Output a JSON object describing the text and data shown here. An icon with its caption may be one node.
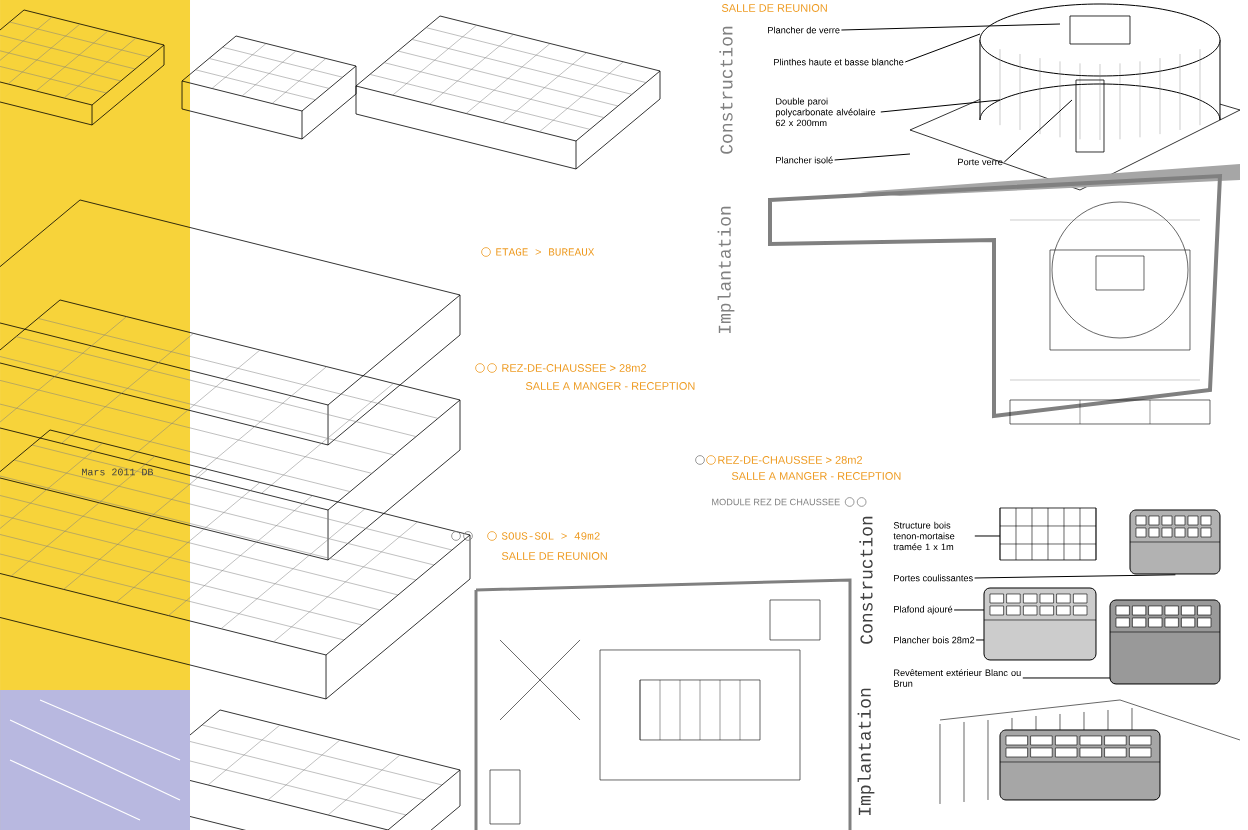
{
  "diagram": {
    "nodes": [
      {
        "text": [
          "Plancher de verre"
        ]
      },
      {
        "text": [
          "Plinthes haute et basse blanche"
        ]
      },
      {
        "text": [
          "Double paroi polycarbonate alvéolaire 62 x 200mm"
        ]
      },
      {
        "text": [
          "Plancher isolé"
        ]
      },
      {
        "text": [
          "Porte verre"
        ]
      },
      {
        "text": [
          "Structure bois tenon-mortaise tramée 1 x 1m"
        ]
      },
      {
        "text": [
          "Portes coulissantes"
        ]
      },
      {
        "text": [
          "Plafond ajouré"
        ]
      },
      {
        "text": [
          "Plancher bois 28m2"
        ]
      },
      {
        "text": [
          "Revêtement extérieur Blanc ou Brun"
        ]
      },
      {
        "text": [],
        "shape": "picture"
      },
      {
        "text": [],
        "shape": "picture"
      },
      {
        "text": [],
        "shape": "picture"
      },
      {
        "text": [],
        "shape": "picture"
      }
    ],
    "edges": [
      {
        "from": 0,
        "to": null,
        "arrow": "none"
      },
      {
        "from": 1,
        "to": null,
        "arrow": "none"
      },
      {
        "from": 2,
        "to": null,
        "arrow": "none"
      },
      {
        "from": 3,
        "to": null,
        "arrow": "none"
      },
      {
        "from": 4,
        "to": null,
        "arrow": "none"
      },
      {
        "from": 5,
        "to": 10,
        "arrow": "none"
      },
      {
        "from": 6,
        "to": 11,
        "arrow": "none"
      },
      {
        "from": 7,
        "to": 12,
        "arrow": "none"
      },
      {
        "from": 8,
        "to": 12,
        "arrow": "none"
      },
      {
        "from": 9,
        "to": 13,
        "arrow": "none"
      }
    ],
    "labels": [
      "SALLE DE REUNION",
      "Construction",
      "Implantation",
      "ETAGE > BUREAUX",
      "REZ-DE-CHAUSSEE > 28m2",
      "SALLE A MANGER - RECEPTION",
      "Mars 2011 DB",
      "SOUS-SOL > 49m2",
      "SALLE DE REUNION",
      "REZ-DE-CHAUSSEE > 28m2",
      "SALLE A MANGER - RECEPTION",
      "MODULE REZ DE CHAUSSEE",
      "Construction",
      "Implantation"
    ]
  }
}
